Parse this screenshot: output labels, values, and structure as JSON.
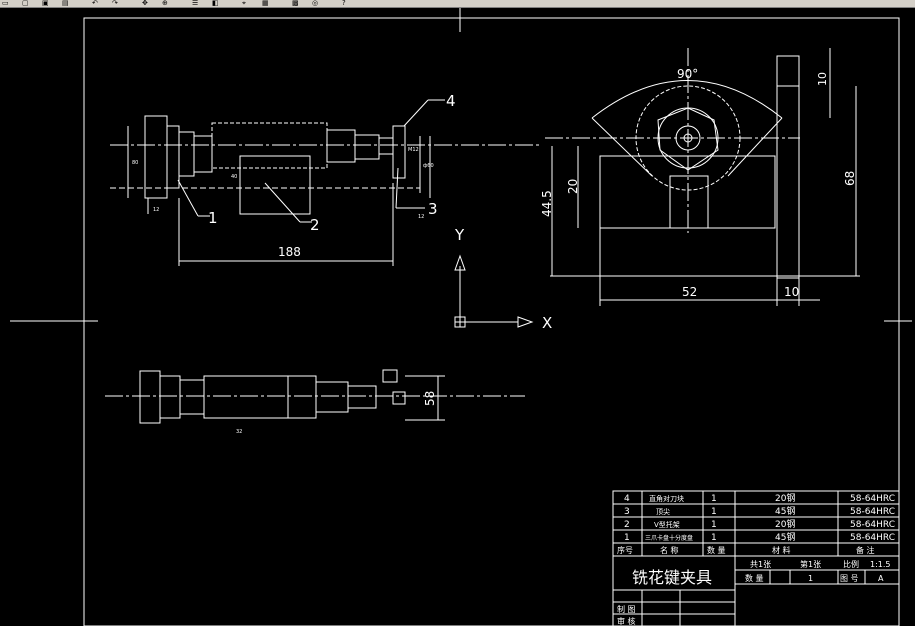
{
  "toolbar": {
    "icons": [
      "new-icon",
      "open-icon",
      "save-icon",
      "print-icon",
      "undo-icon",
      "redo-icon",
      "pan-icon",
      "zoom-icon",
      "properties-icon",
      "layer-icon",
      "snap-icon",
      "grid-icon",
      "ortho-icon",
      "osnap-icon",
      "help-icon"
    ]
  },
  "ucs": {
    "y_label": "Y",
    "x_label": "X"
  },
  "front_view": {
    "callouts": [
      "1",
      "2",
      "3",
      "4"
    ],
    "dim_length": "188",
    "small_dims": [
      "80",
      "12",
      "40",
      "ф60",
      "M12",
      "12"
    ]
  },
  "side_view": {
    "angle": "90°",
    "dims": [
      "10",
      "68",
      "20",
      "44.5",
      "52",
      "10"
    ]
  },
  "top_view": {
    "dim": "58",
    "small_dim": "32"
  },
  "bom": {
    "headers": [
      "序号",
      "名 称",
      "数 量",
      "材 料",
      "备 注"
    ],
    "rows": [
      {
        "no": "4",
        "name": "直角对刀块",
        "qty": "1",
        "material": "20钢",
        "note": "58-64HRC"
      },
      {
        "no": "3",
        "name": "顶尖",
        "qty": "1",
        "material": "45钢",
        "note": "58-64HRC"
      },
      {
        "no": "2",
        "name": "V型托架",
        "qty": "1",
        "material": "20钢",
        "note": "58-64HRC"
      },
      {
        "no": "1",
        "name": "三爪卡盘十分度盘",
        "qty": "1",
        "material": "45钢",
        "note": "58-64HRC"
      }
    ]
  },
  "title_block": {
    "title": "铣花键夹具",
    "labels": {
      "total": "共1张",
      "sheet": "第1张",
      "scale_label": "比例",
      "qty_label": "数 量",
      "drawing_no_label": "图 号",
      "drawn_by": "制 图",
      "checked_by": "审 核"
    },
    "values": {
      "scale": "1:1.5",
      "qty": "1",
      "drawing_no": "A"
    }
  }
}
